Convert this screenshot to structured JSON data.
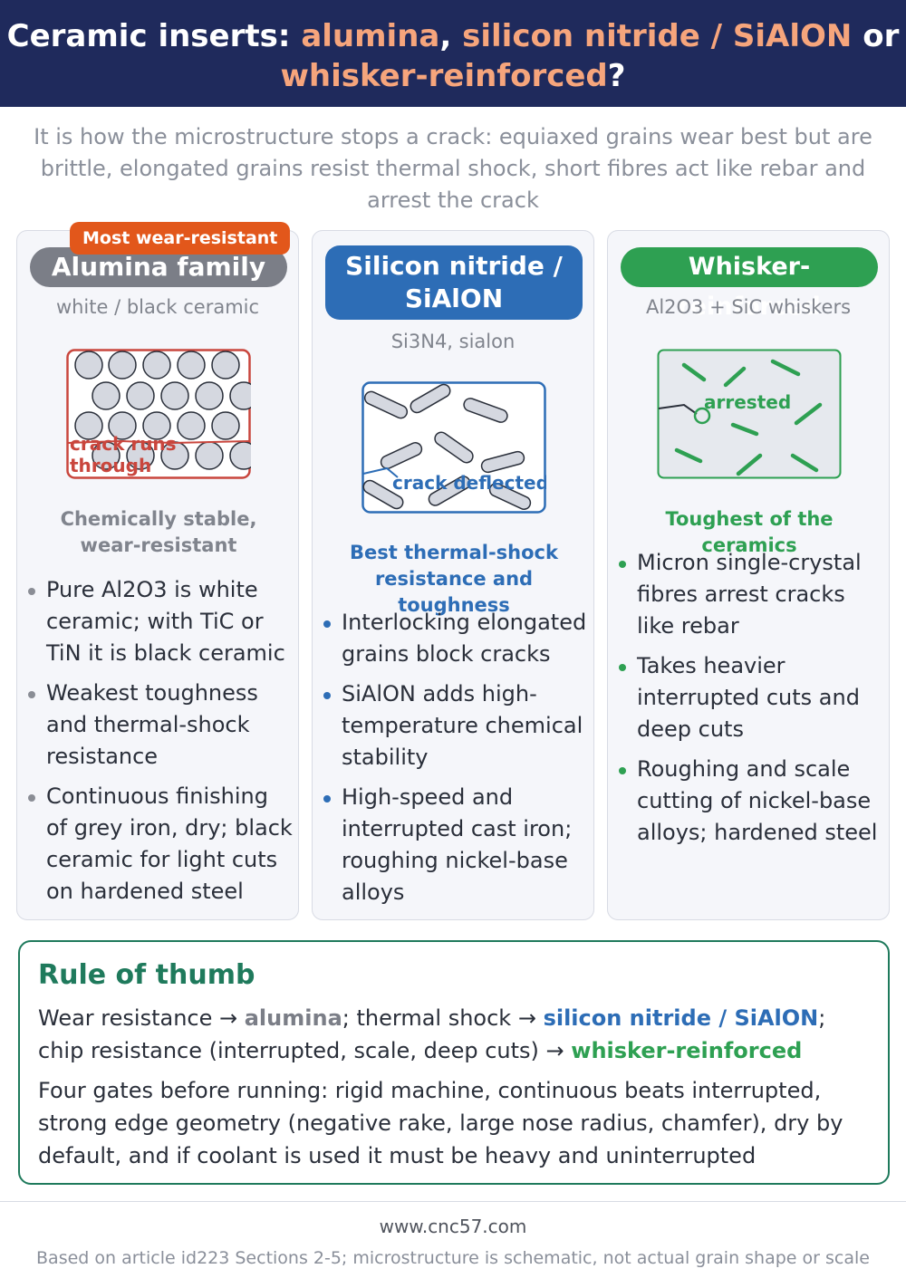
{
  "header": {
    "part1": "Ceramic inserts: ",
    "k1": "alumina",
    "sep1": ", ",
    "k2": "silicon nitride / SiAlON",
    "sep2": " or",
    "k3": "whisker-reinforced",
    "end": "?"
  },
  "subtitle": "It is how the microstructure stops a crack: equiaxed grains wear best but are brittle, elongated grains resist thermal shock, short fibres act like rebar and arrest the crack",
  "cards": [
    {
      "flag": "Most wear-resistant",
      "title": "Alumina family",
      "subtitle": "white / black ceramic",
      "diagram_label_1": "crack runs",
      "diagram_label_2": "through",
      "tagline": "Chemically stable, wear-resistant",
      "bullets": [
        "Pure Al2O3 is white ceramic; with TiC or TiN it is black ceramic",
        "Weakest toughness and thermal-shock resistance",
        "Continuous finishing of grey iron, dry; black ceramic for light cuts on hardened steel"
      ]
    },
    {
      "title_line1": "Silicon nitride /",
      "title_line2": "SiAlON",
      "subtitle": "Si3N4, sialon",
      "diagram_label": "crack deflected",
      "tagline": "Best thermal-shock resistance and toughness",
      "bullets": [
        "Interlocking elongated grains block cracks",
        "SiAlON adds high-temperature chemical stability",
        "High-speed and interrupted cast iron; roughing nickel-base alloys"
      ]
    },
    {
      "title": "Whisker-reinforced",
      "subtitle": "Al2O3 + SiC whiskers",
      "diagram_label": "arrested",
      "tagline": "Toughest of the ceramics",
      "bullets": [
        "Micron single-crystal fibres arrest cracks like rebar",
        "Takes heavier interrupted cuts and deep cuts",
        "Roughing and scale cutting of nickel-base alloys; hardened steel"
      ]
    }
  ],
  "rule": {
    "title": "Rule of thumb",
    "p1_a": "Wear resistance → ",
    "p1_k1": "alumina",
    "p1_b": "; thermal shock → ",
    "p1_k2": "silicon nitride / SiAlON",
    "p1_c": "; chip resistance (interrupted, scale, deep cuts) → ",
    "p1_k3": "whisker-reinforced",
    "p2": "Four gates before running: rigid machine, continuous beats interrupted, strong edge geometry (negative rake, large nose radius, chamfer), dry by default, and if coolant is used it must be heavy and uninterrupted"
  },
  "footer": {
    "site": "www.cnc57.com",
    "note": "Based on article id223 Sections 2-5; microstructure is schematic, not actual grain shape or scale"
  },
  "colors": {
    "header_bg": "#1f2a5c",
    "accent": "#f6a57c",
    "alumina": "#7b7e87",
    "nitride": "#2d6db6",
    "whisker": "#2ea052",
    "crack_red": "#c9463d",
    "flag": "#e2571b",
    "rule_border": "#1f7a5c"
  }
}
